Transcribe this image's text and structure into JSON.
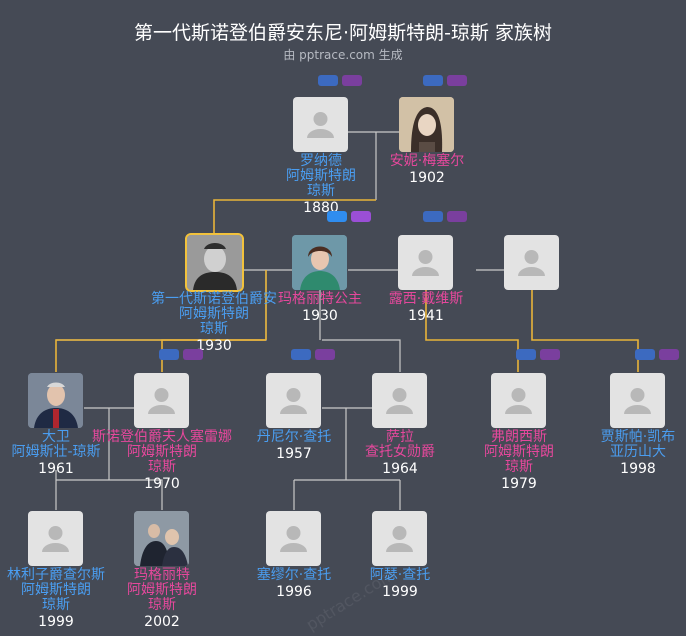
{
  "header": {
    "title": "第一代斯诺登伯爵安东尼·阿姆斯特朗-琼斯 家族树",
    "subtitle": "由 pptrace.com 生成"
  },
  "watermark": "pptrace.com",
  "colors": {
    "background": "#454a55",
    "line": "#e8b43a",
    "line_secondary": "#c9c9c9",
    "male": "#4a9df0",
    "female": "#e5489c",
    "selected_border": "#f2c23c"
  },
  "people": [
    {
      "id": "ronald",
      "name": "罗纳德\n阿姆斯特朗\n琼斯",
      "year": "1880",
      "gender": "m",
      "photo": "placeholder-avatar"
    },
    {
      "id": "anne",
      "name": "安妮·梅塞尔",
      "year": "1902",
      "gender": "f",
      "photo": "portrait-photo"
    },
    {
      "id": "antony",
      "name": "第一代斯诺登伯爵安\n阿姆斯特朗\n琼斯",
      "year": "1930",
      "gender": "m",
      "photo": "portrait-photo",
      "selected": true
    },
    {
      "id": "margaret",
      "name": "玛格丽特公主",
      "year": "1930",
      "gender": "f",
      "photo": "portrait-photo"
    },
    {
      "id": "lucy",
      "name": "露西·戴维斯",
      "year": "1941",
      "gender": "f",
      "photo": "placeholder-avatar"
    },
    {
      "id": "spouse4",
      "name": "",
      "year": "",
      "gender": "m",
      "photo": "placeholder-avatar"
    },
    {
      "id": "david",
      "name": "大卫\n阿姆斯壮-琼斯",
      "year": "1961",
      "gender": "m",
      "photo": "portrait-photo"
    },
    {
      "id": "serena",
      "name": "斯诺登伯爵夫人塞雷娜\n阿姆斯特朗\n琼斯",
      "year": "1970",
      "gender": "f",
      "photo": "placeholder-avatar"
    },
    {
      "id": "daniel",
      "name": "丹尼尔·查托",
      "year": "1957",
      "gender": "m",
      "photo": "placeholder-avatar"
    },
    {
      "id": "sarah",
      "name": "萨拉\n查托女勋爵",
      "year": "1964",
      "gender": "f",
      "photo": "placeholder-avatar"
    },
    {
      "id": "frances",
      "name": "弗朗西斯\n阿姆斯特朗\n琼斯",
      "year": "1979",
      "gender": "f",
      "photo": "placeholder-avatar"
    },
    {
      "id": "jasper",
      "name": "贾斯帕·凯布\n亚历山大",
      "year": "1998",
      "gender": "m",
      "photo": "placeholder-avatar"
    },
    {
      "id": "charles",
      "name": "林利子爵查尔斯\n阿姆斯特朗\n琼斯",
      "year": "1999",
      "gender": "m",
      "photo": "placeholder-avatar"
    },
    {
      "id": "margarita",
      "name": "玛格丽特\n阿姆斯特朗\n琼斯",
      "year": "2002",
      "gender": "f",
      "photo": "portrait-photo"
    },
    {
      "id": "samuel",
      "name": "塞缪尔·查托",
      "year": "1996",
      "gender": "m",
      "photo": "placeholder-avatar"
    },
    {
      "id": "arthur",
      "name": "阿瑟·查托",
      "year": "1999",
      "gender": "m",
      "photo": "placeholder-avatar"
    }
  ]
}
